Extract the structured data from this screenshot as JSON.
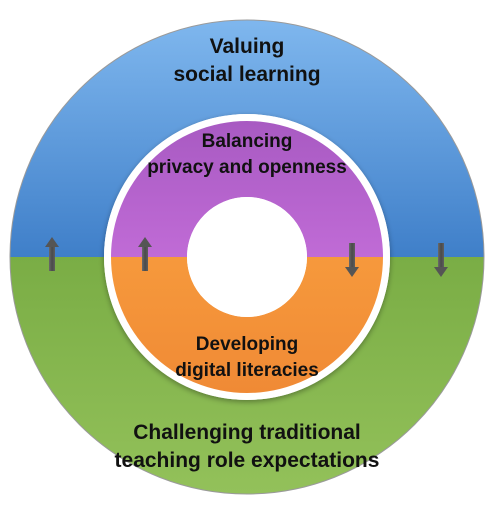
{
  "diagram": {
    "outer_top": {
      "line1": "Valuing",
      "line2": "social learning",
      "color": "#5b9bd5"
    },
    "outer_bottom": {
      "line1": "Challenging traditional",
      "line2": "teaching role expectations",
      "color": "#86b34d"
    },
    "inner_top": {
      "line1": "Balancing",
      "line2": "privacy and openness",
      "color": "#b55fcc"
    },
    "inner_bottom": {
      "line1": "Developing",
      "line2": "digital literacies",
      "color": "#f3963f"
    },
    "arrows": [
      {
        "direction": "up"
      },
      {
        "direction": "up"
      },
      {
        "direction": "down"
      },
      {
        "direction": "down"
      }
    ]
  }
}
